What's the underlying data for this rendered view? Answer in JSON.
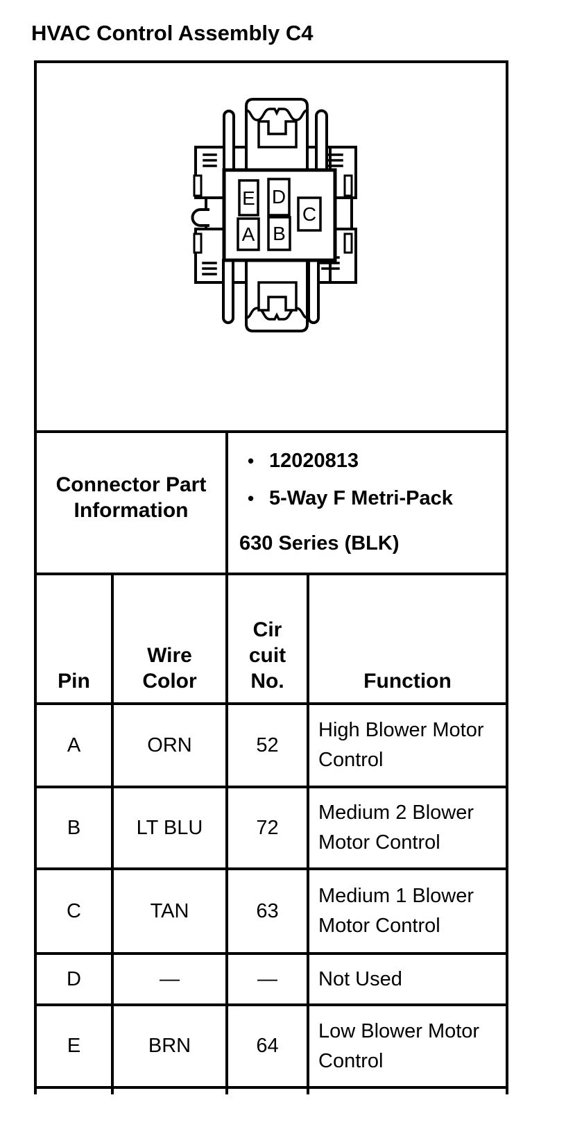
{
  "title": "HVAC Control Assembly C4",
  "connector": {
    "pins": {
      "e": "E",
      "d": "D",
      "a": "A",
      "b": "B",
      "c": "C"
    }
  },
  "info": {
    "label": "Connector Part\nInformation",
    "bullet_char": "•",
    "bullets": [
      "12020813",
      "5-Way F Metri-Pack"
    ],
    "bullet_continuation": "630 Series (BLK)"
  },
  "table": {
    "headers": {
      "pin": "Pin",
      "wire_color": "Wire\nColor",
      "circuit_no": "Cir\ncuit\nNo.",
      "function": "Function"
    },
    "rows": [
      {
        "pin": "A",
        "wire_color": "ORN",
        "circuit_no": "52",
        "function": "High Blower Motor\nControl"
      },
      {
        "pin": "B",
        "wire_color": "LT BLU",
        "circuit_no": "72",
        "function": "Medium 2 Blower\nMotor Control"
      },
      {
        "pin": "C",
        "wire_color": "TAN",
        "circuit_no": "63",
        "function": "Medium 1 Blower\nMotor Control"
      },
      {
        "pin": "D",
        "wire_color": "—",
        "circuit_no": "—",
        "function": "Not Used"
      },
      {
        "pin": "E",
        "wire_color": "BRN",
        "circuit_no": "64",
        "function": "Low Blower Motor\nControl"
      }
    ]
  },
  "colors": {
    "ink": "#000000",
    "paper": "#ffffff"
  }
}
